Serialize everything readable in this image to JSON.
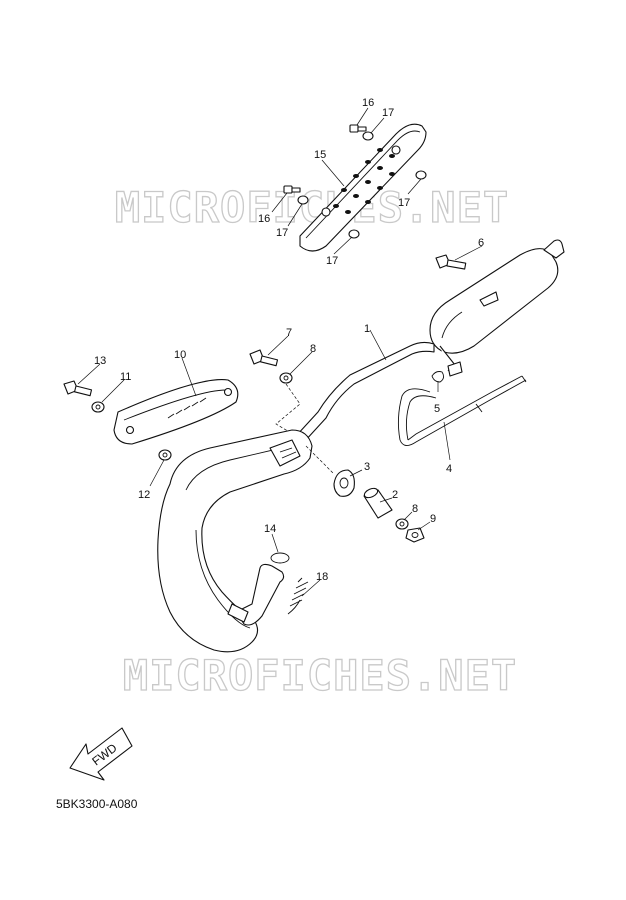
{
  "watermark": "MICROFICHES.NET",
  "diagram_code": "5BK3300-A080",
  "fwd_label": "FWD",
  "callouts": {
    "c1": "1",
    "c2": "2",
    "c3": "3",
    "c4": "4",
    "c5": "5",
    "c6": "6",
    "c7": "7",
    "c8a": "8",
    "c8b": "8",
    "c9": "9",
    "c10": "10",
    "c11": "11",
    "c12": "12",
    "c13": "13",
    "c14": "14",
    "c15": "15",
    "c16a": "16",
    "c16b": "16",
    "c17a": "17",
    "c17b": "17",
    "c17c": "17",
    "c17d": "17",
    "c18": "18"
  }
}
